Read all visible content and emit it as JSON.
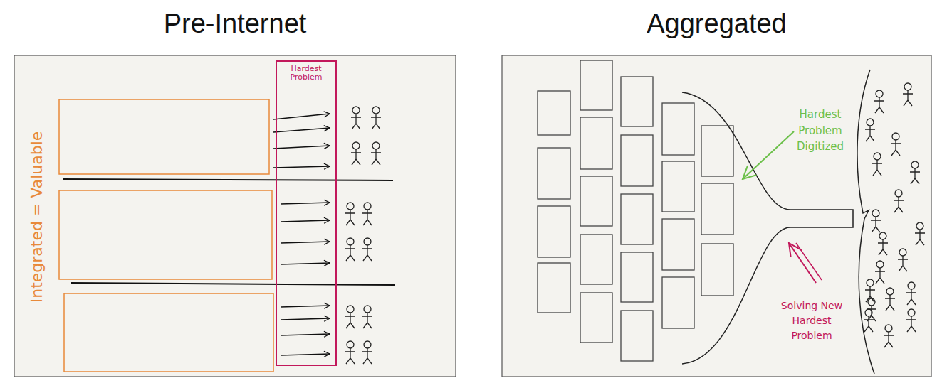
{
  "diagram": {
    "nodes": [
      {
        "text": [
          "Pre-Internet"
        ]
      },
      {
        "text": [
          "Hardest Problem"
        ],
        "in": 0
      },
      {
        "text": [
          "Aggregated"
        ]
      }
    ],
    "labels": [
      "Integrated = Valuable",
      "Hardest Problem Digitized",
      "Solving New Hardest Problem"
    ]
  }
}
